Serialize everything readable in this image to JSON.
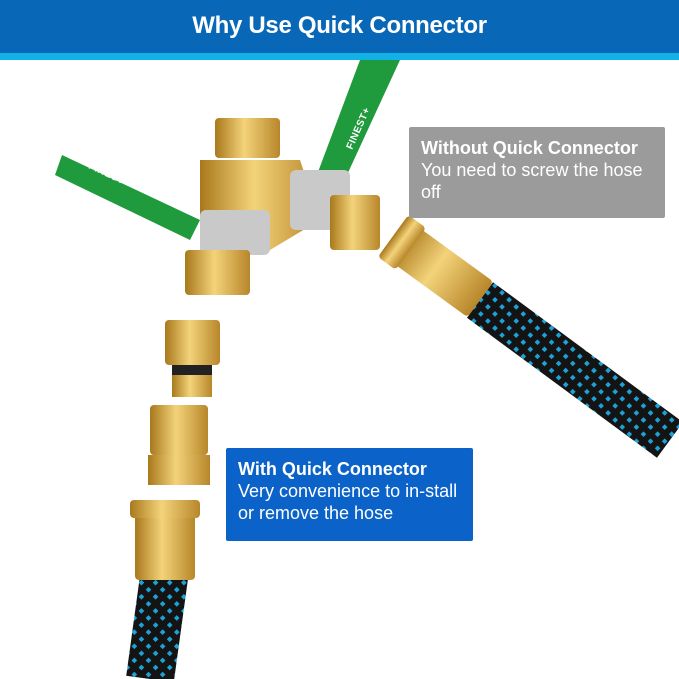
{
  "header": {
    "title": "Why Use Quick Connector"
  },
  "without_box": {
    "heading": "Without Quick Connector",
    "text": "You need to screw the hose off"
  },
  "with_box": {
    "heading": "With Quick Connector",
    "text": "Very convenience to in-stall or remove the hose"
  },
  "product": {
    "brand_mark": "FINEST+"
  },
  "colors": {
    "header": "#0967b7",
    "stripe": "#12b2e6",
    "without_box": "#9b9b9b",
    "with_box": "#0b63c9",
    "brass": "#d9a93a",
    "valve_handle": "#1f9a3c",
    "hose": "#1a1a1a",
    "hose_accent": "#1aa3d9"
  }
}
